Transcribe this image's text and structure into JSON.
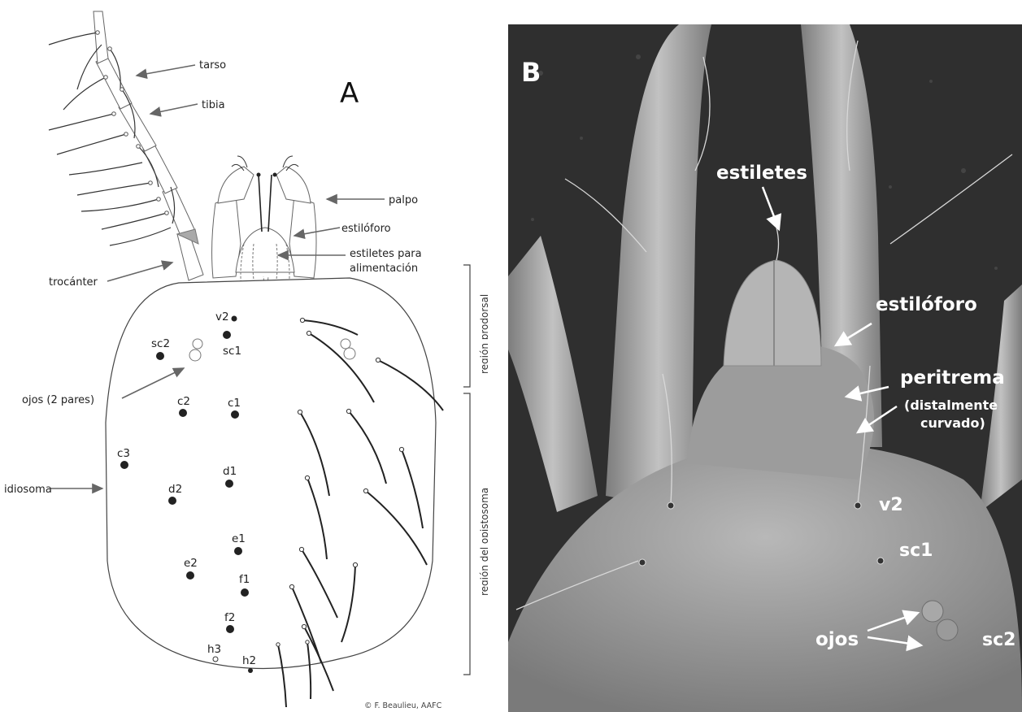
{
  "panel_a": {
    "letter": "A",
    "labels": {
      "tarso": "tarso",
      "tibia": "tibia",
      "palpo": "palpo",
      "estiloforo": "estilóforo",
      "estiletes_line1": "estiletes para",
      "estiletes_line2": "alimentación",
      "trocanter": "trocánter",
      "ojos": "ojos (2 pares)",
      "idiosoma": "idiosoma"
    },
    "regions": {
      "prodorsal": "región prodorsal",
      "opistosoma": "región del opistosoma"
    },
    "setae": [
      "v2",
      "sc1",
      "sc2",
      "c1",
      "c2",
      "c3",
      "d1",
      "d2",
      "e1",
      "e2",
      "f1",
      "f2",
      "h2",
      "h3"
    ],
    "credit": "© F. Beaulieu, AAFC"
  },
  "panel_b": {
    "letter": "B",
    "labels": {
      "estiletes": "estiletes",
      "estiloforo": "estilóforo",
      "peritrema": "peritrema",
      "peritrema_sub1": "(distalmente",
      "peritrema_sub2": "curvado)",
      "v2": "v2",
      "sc1": "sc1",
      "ojos": "ojos",
      "sc2": "sc2"
    }
  },
  "colors": {
    "ink": "#222222",
    "arrow": "#666666",
    "sem_background": "#2f2f2f",
    "sem_legs": "#a9a9a9",
    "sem_label": "#ffffff"
  }
}
